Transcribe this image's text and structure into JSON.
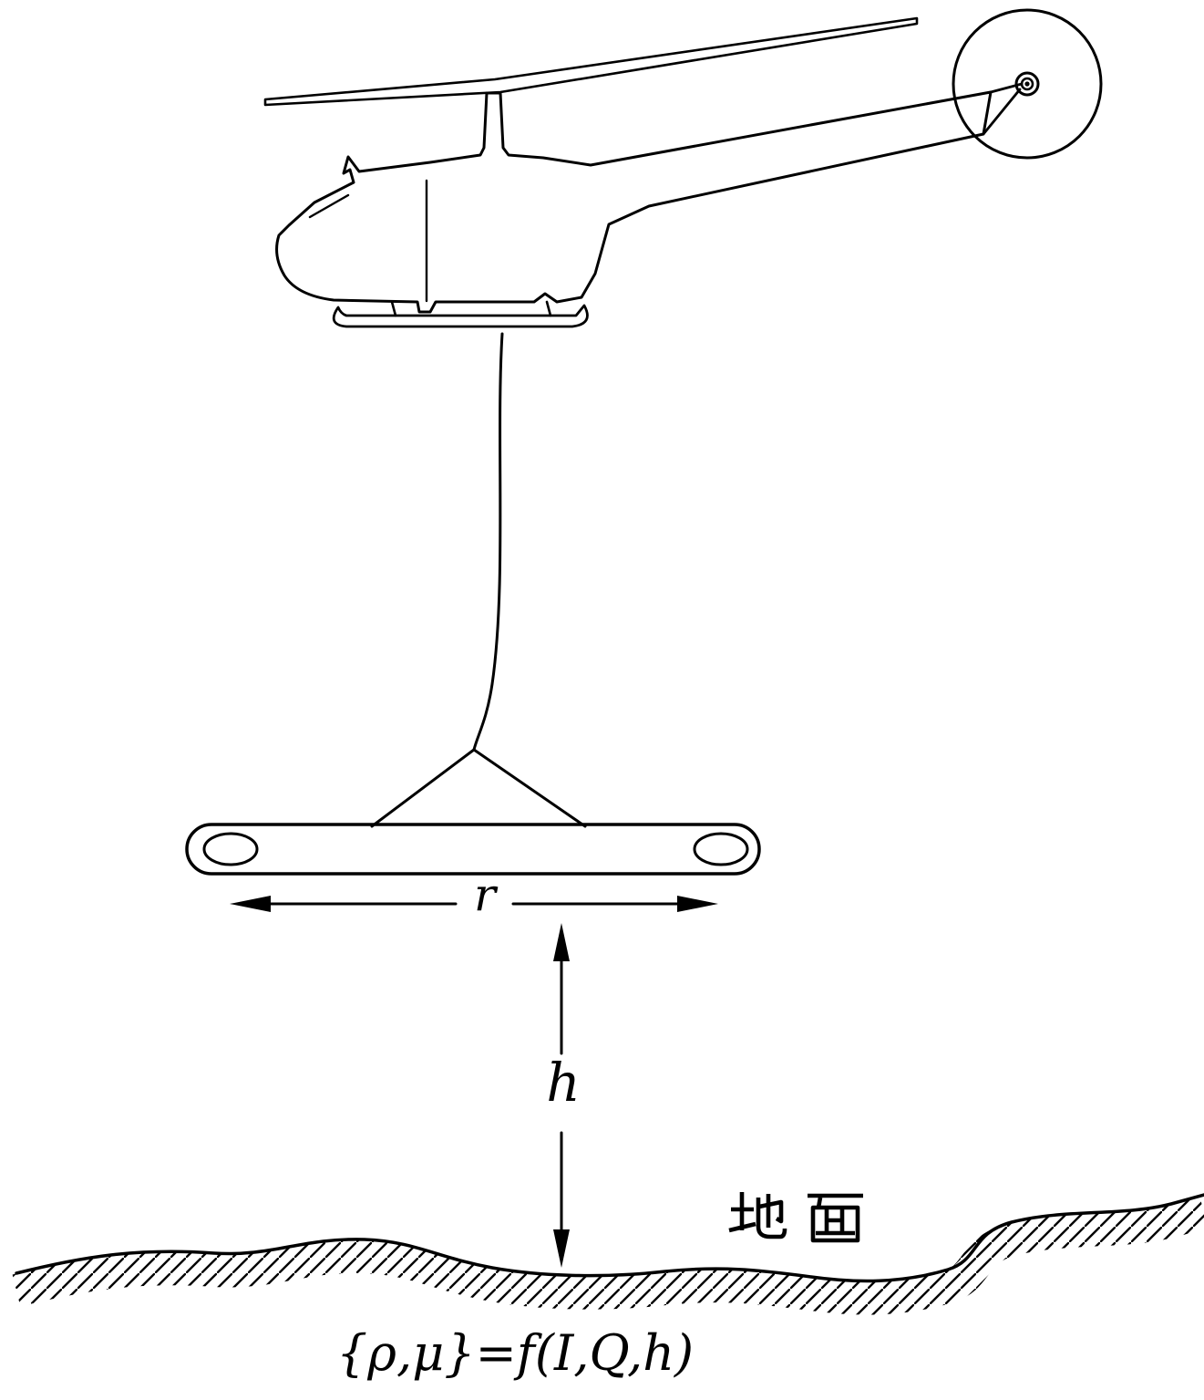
{
  "diagram": {
    "background_color": "#ffffff",
    "line_color": "#000000",
    "labels": {
      "radius": "r",
      "height": "h",
      "ground": "地面",
      "formula": "{ρ,μ}=f(I,Q,h)"
    },
    "parts": {
      "helicopter": "helicopter",
      "tow_cable": "tow-cable",
      "sensor_boom": "sensor-boom",
      "ground": "ground-surface"
    }
  }
}
